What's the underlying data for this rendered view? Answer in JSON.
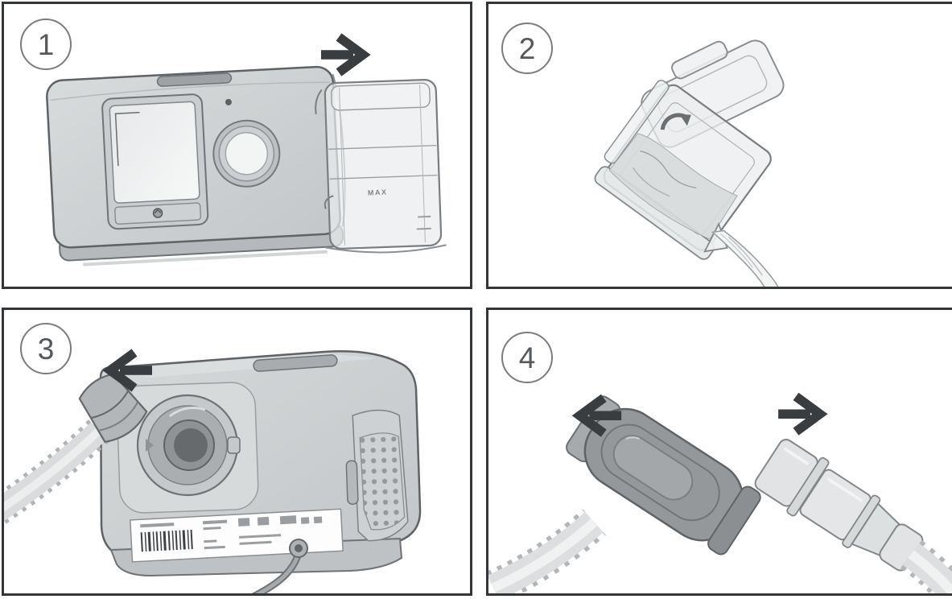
{
  "sheet": {
    "type": "illustrated-instruction-steps",
    "background": "#ffffff",
    "panel_border_color": "#333639"
  },
  "colors": {
    "outline": "#5f6366",
    "device_body": "#ccd0d2",
    "device_shadow": "#b6b9bb",
    "translucent_plastic": "#e9eced",
    "dark_connector": "#94989a",
    "arrow": "#3a3d3f",
    "badge_border": "#797d80",
    "badge_text": "#55595c",
    "label_plate": "#fdfdfd",
    "barcode": "#3f4244"
  },
  "panels": [
    {
      "number": "1",
      "icons": [
        "arrow-right-icon",
        "cpap-device-front-illustration",
        "water-tub-sliding-out-illustration"
      ],
      "chamber_water_mark": "MAX"
    },
    {
      "number": "2",
      "icons": [
        "water-tub-open-lid-illustration",
        "water-pouring-out-illustration",
        "flip-open-curved-arrow-icon"
      ]
    },
    {
      "number": "3",
      "icons": [
        "arrow-left-icon",
        "cpap-device-rear-illustration",
        "air-outlet-port-illustration",
        "tubing-disconnect-illustration",
        "barcode-label-illustration",
        "power-cord-illustration"
      ]
    },
    {
      "number": "4",
      "icons": [
        "arrow-left-icon",
        "arrow-right-icon",
        "tube-cuff-dark-illustration",
        "tube-connector-clear-illustration",
        "corrugated-hose-illustration"
      ]
    }
  ]
}
